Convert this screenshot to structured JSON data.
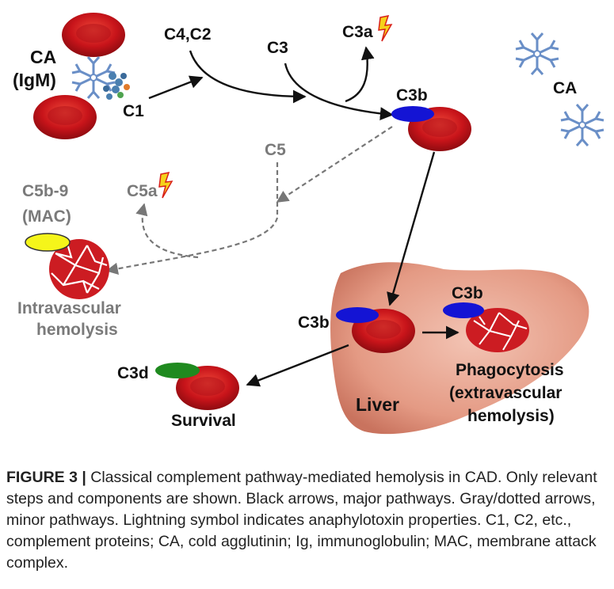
{
  "figure": {
    "labels": {
      "ca_top": "CA",
      "igm": "(IgM)",
      "c1": "C1",
      "c4c2": "C4,C2",
      "c3": "C3",
      "c3a": "C3a",
      "c3b_top": "C3b",
      "ca_right": "CA",
      "c5": "C5",
      "c5a": "C5a",
      "c5b9": "C5b-9",
      "mac": "(MAC)",
      "intravascular_1": "Intravascular",
      "intravascular_2": "hemolysis",
      "c3b_liver": "C3b",
      "c3b_phago": "C3b",
      "phagocytosis_1": "Phagocytosis",
      "phagocytosis_2": "(extravascular",
      "phagocytosis_3": "hemolysis)",
      "liver": "Liver",
      "c3d": "C3d",
      "survival": "Survival"
    },
    "colors": {
      "rbc": "#d41f1f",
      "c3b_oval": "#1414d4",
      "mac_oval": "#f5f51a",
      "c3d_oval": "#1f8a1f",
      "liver": "#e8a08e",
      "antibody": "#6a8fc7",
      "major_arrow": "#111111",
      "minor_arrow": "#777777",
      "lightning": "#f5d21a"
    },
    "icons": [
      "red-blood-cell",
      "igm-antibody",
      "lightning-bolt",
      "lysed-cell",
      "liver"
    ]
  },
  "caption": {
    "figure_label": "FIGURE 3 |",
    "text": "Classical complement pathway-mediated hemolysis in CAD. Only relevant steps and components are shown. Black arrows, major pathways. Gray/dotted arrows, minor pathways. Lightning symbol indicates anaphylotoxin properties. C1, C2, etc., complement proteins; CA, cold agglutinin; Ig, immunoglobulin; MAC, membrane attack complex."
  }
}
